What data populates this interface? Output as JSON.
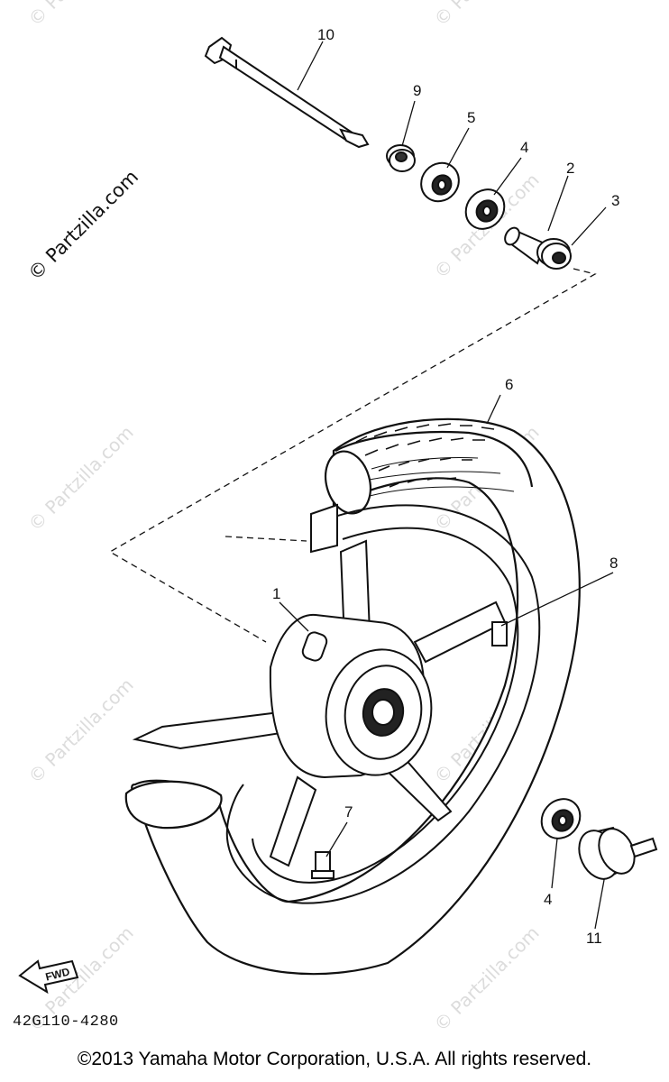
{
  "watermark": {
    "text": "© Partzilla.com"
  },
  "callouts": {
    "c1": "1",
    "c2": "2",
    "c3": "3",
    "c4a": "4",
    "c4b": "4",
    "c5": "5",
    "c6": "6",
    "c7": "7",
    "c8": "8",
    "c9": "9",
    "c10": "10",
    "c11": "11"
  },
  "fwd_label": "FWD",
  "diagram_code": "42G110-4280",
  "copyright": "©2013 Yamaha Motor Corporation, U.S.A. All rights reserved."
}
